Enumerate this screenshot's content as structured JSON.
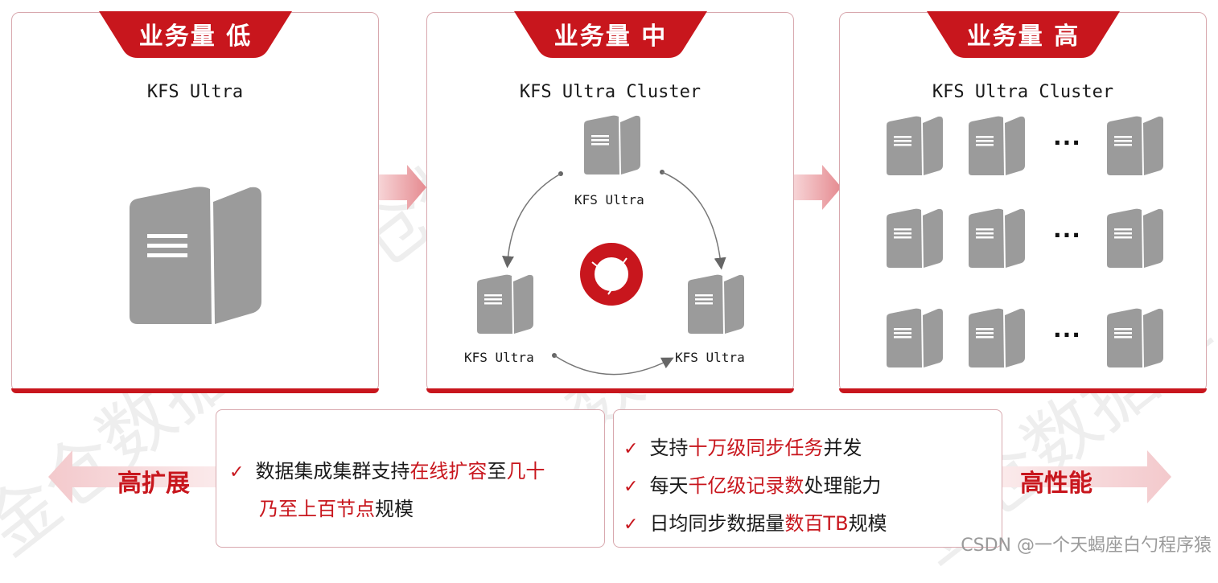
{
  "panels": [
    {
      "tab": "业务量 低",
      "title": "KFS Ultra"
    },
    {
      "tab": "业务量 中",
      "title": "KFS Ultra Cluster",
      "nodes": [
        "KFS Ultra",
        "KFS Ultra",
        "KFS Ultra"
      ]
    },
    {
      "tab": "业务量 高",
      "title": "KFS Ultra Cluster",
      "ellipsis": "..."
    }
  ],
  "features": {
    "left_label": "高扩展",
    "right_label": "高性能",
    "box1": {
      "check": "✓",
      "line1_a": "数据集成集群支持",
      "line1_b": "在线扩容",
      "line1_c": "至",
      "line1_d": "几十",
      "line2_a": "乃至上百节点",
      "line2_b": "规模"
    },
    "box2": {
      "check": "✓",
      "l1_a": "支持",
      "l1_b": "十万级同步任务",
      "l1_c": "并发",
      "l2_a": "每天",
      "l2_b": "千亿级记录数",
      "l2_c": "处理能力",
      "l3_a": "日均同步数据量",
      "l3_b": "数百TB",
      "l3_c": "规模"
    }
  },
  "watermark": "金仓数据库",
  "credit": "CSDN @一个天蝎座白勺程序猿",
  "colors": {
    "accent": "#c8161d",
    "server": "#9b9b9b",
    "border": "#d8a8ae"
  }
}
